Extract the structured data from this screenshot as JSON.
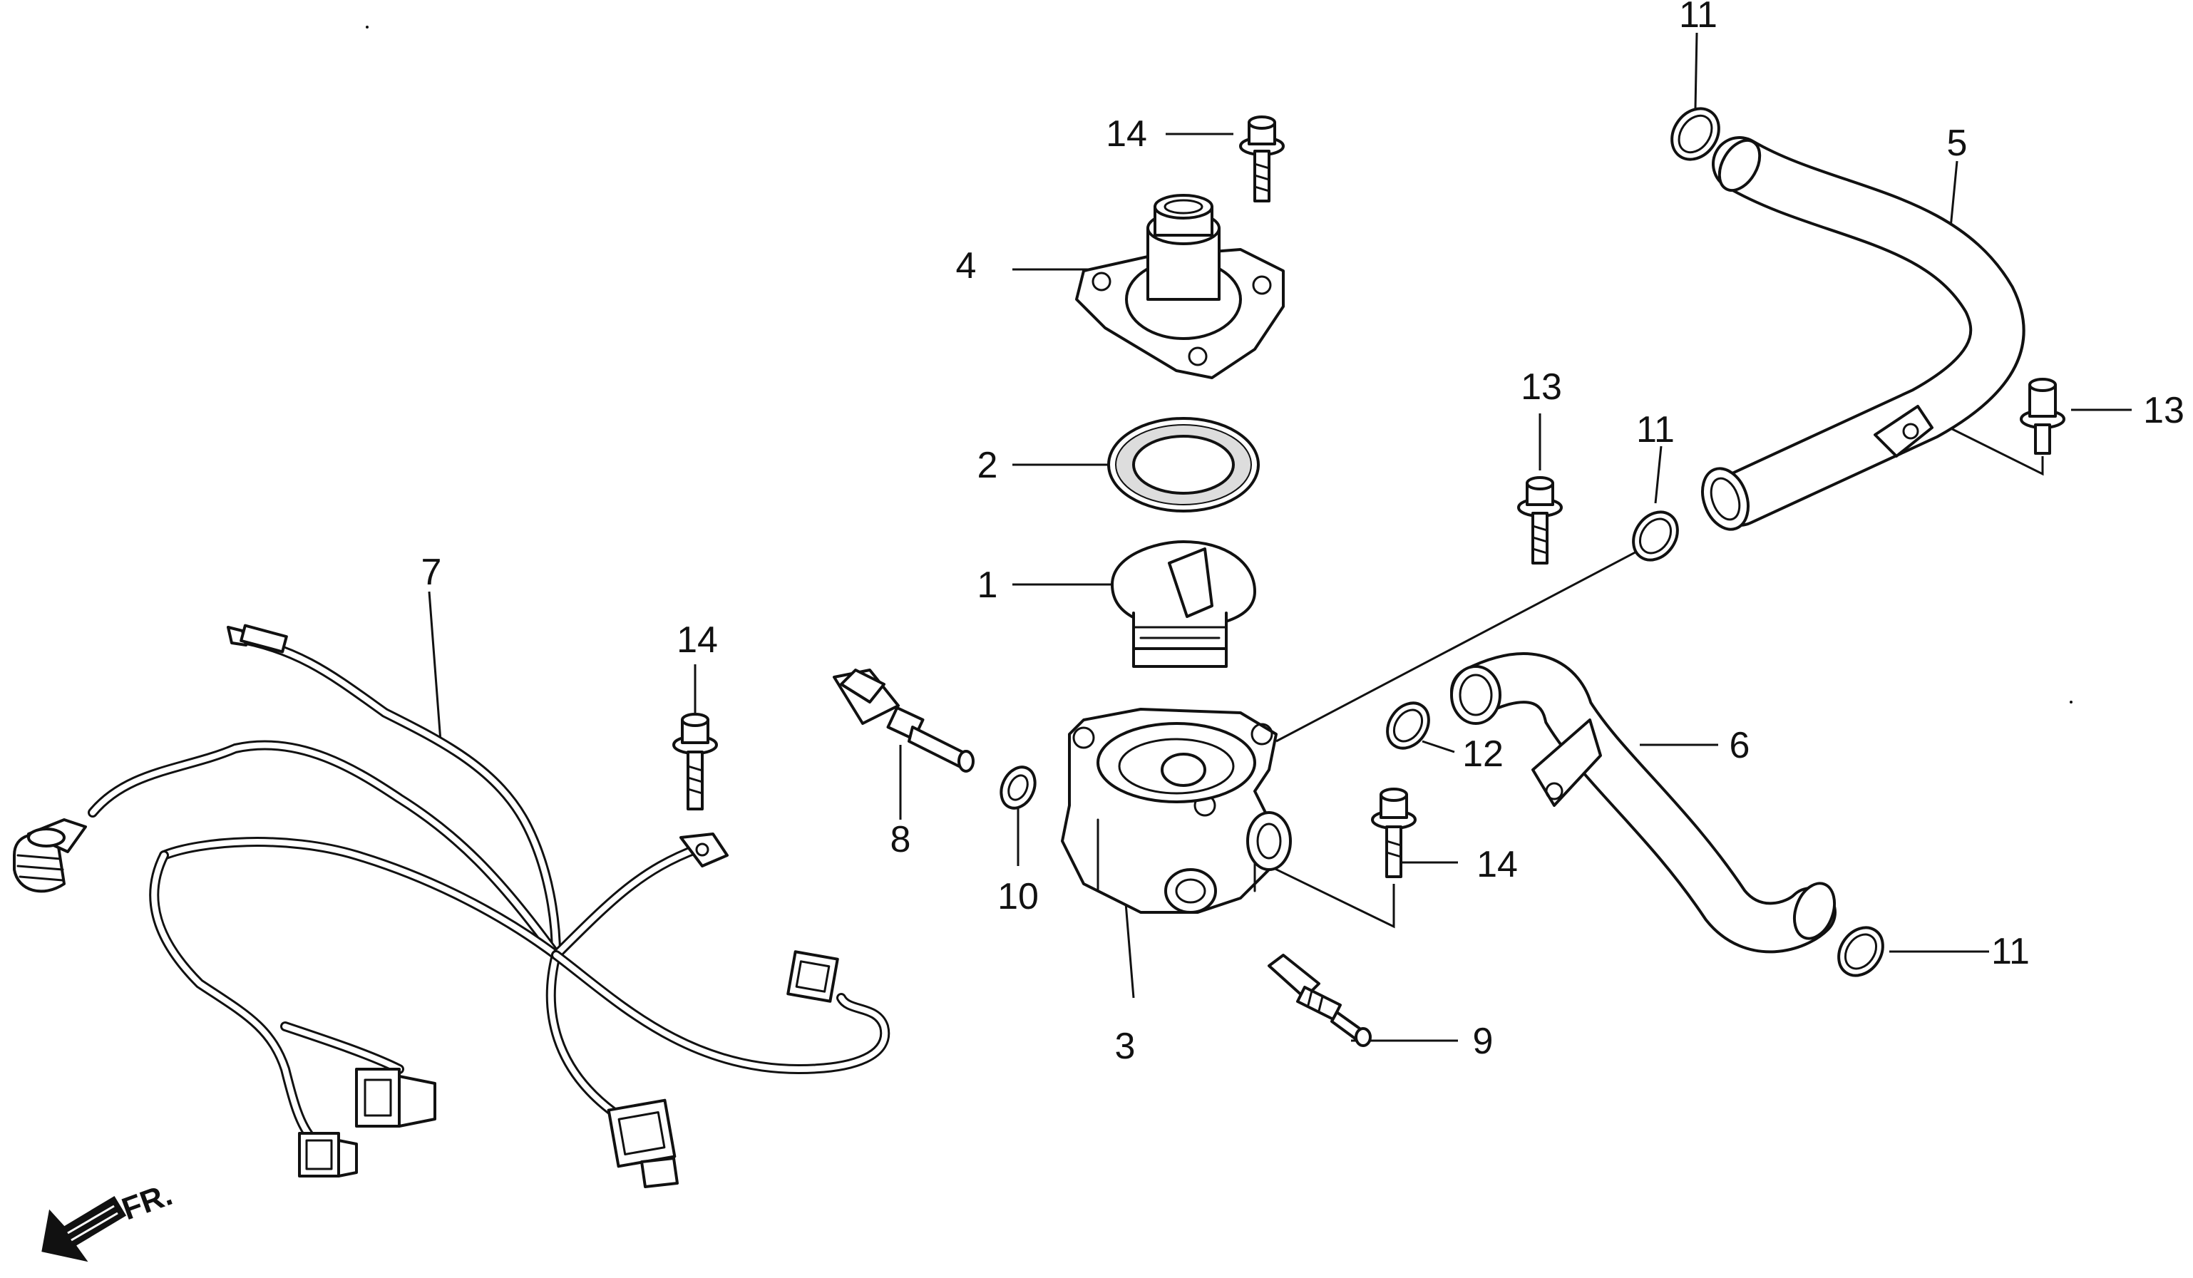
{
  "diagram": {
    "direction_label": "FR.",
    "callouts": [
      {
        "id": "c1",
        "label": "1"
      },
      {
        "id": "c2",
        "label": "2"
      },
      {
        "id": "c3",
        "label": "3"
      },
      {
        "id": "c4",
        "label": "4"
      },
      {
        "id": "c5",
        "label": "5"
      },
      {
        "id": "c6",
        "label": "6"
      },
      {
        "id": "c7",
        "label": "7"
      },
      {
        "id": "c8",
        "label": "8"
      },
      {
        "id": "c9",
        "label": "9"
      },
      {
        "id": "c10",
        "label": "10"
      },
      {
        "id": "c11a",
        "label": "11"
      },
      {
        "id": "c11b",
        "label": "11"
      },
      {
        "id": "c11c",
        "label": "11"
      },
      {
        "id": "c12",
        "label": "12"
      },
      {
        "id": "c13a",
        "label": "13"
      },
      {
        "id": "c13b",
        "label": "13"
      },
      {
        "id": "c14a",
        "label": "14"
      },
      {
        "id": "c14b",
        "label": "14"
      },
      {
        "id": "c14c",
        "label": "14"
      }
    ]
  }
}
